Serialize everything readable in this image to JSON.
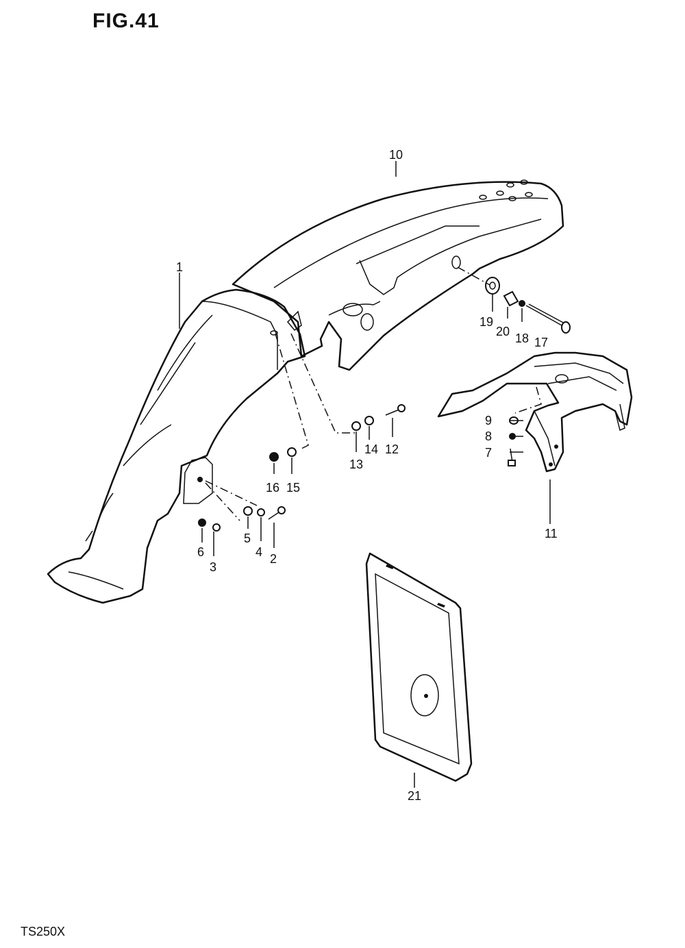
{
  "figure": {
    "title": "FIG.41",
    "model": "TS250X"
  },
  "callouts": [
    {
      "id": "c1",
      "label": "1"
    },
    {
      "id": "c2",
      "label": "2"
    },
    {
      "id": "c3",
      "label": "3"
    },
    {
      "id": "c4",
      "label": "4"
    },
    {
      "id": "c5",
      "label": "5"
    },
    {
      "id": "c6",
      "label": "6"
    },
    {
      "id": "c7",
      "label": "7"
    },
    {
      "id": "c8",
      "label": "8"
    },
    {
      "id": "c9",
      "label": "9"
    },
    {
      "id": "c10",
      "label": "10"
    },
    {
      "id": "c11",
      "label": "11"
    },
    {
      "id": "c12",
      "label": "12"
    },
    {
      "id": "c13",
      "label": "13"
    },
    {
      "id": "c14",
      "label": "14"
    },
    {
      "id": "c15",
      "label": "15"
    },
    {
      "id": "c16",
      "label": "16"
    },
    {
      "id": "c17",
      "label": "17"
    },
    {
      "id": "c18",
      "label": "18"
    },
    {
      "id": "c19",
      "label": "19"
    },
    {
      "id": "c20",
      "label": "20"
    },
    {
      "id": "c21",
      "label": "21"
    }
  ]
}
